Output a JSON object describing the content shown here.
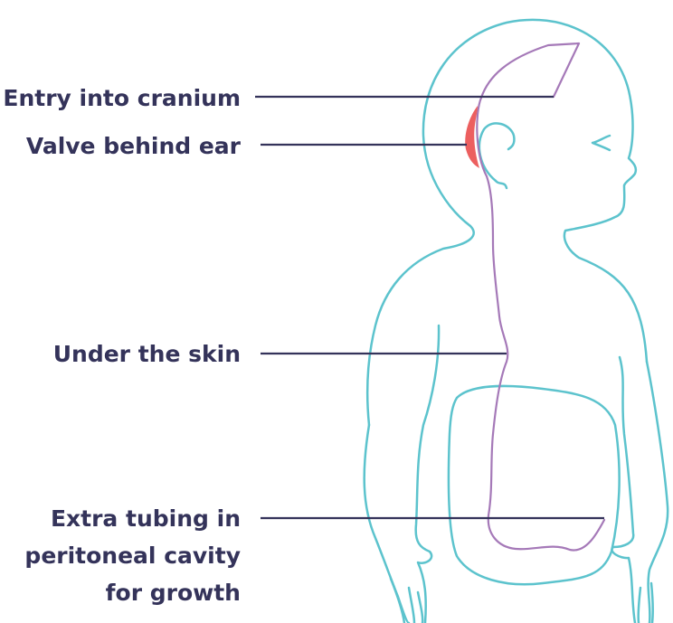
{
  "colors": {
    "body_outline": "#5cc3cd",
    "shunt_tube": "#a579b8",
    "valve": "#ec5f5f",
    "leader_line": "#34335a",
    "label_text": "#34335a",
    "background": "#ffffff"
  },
  "labels": {
    "entry": "Entry into cranium",
    "valve": "Valve behind ear",
    "skin": "Under the skin",
    "extra_line1": "Extra tubing in",
    "extra_line2": "peritoneal cavity",
    "extra_line3": "for growth"
  }
}
